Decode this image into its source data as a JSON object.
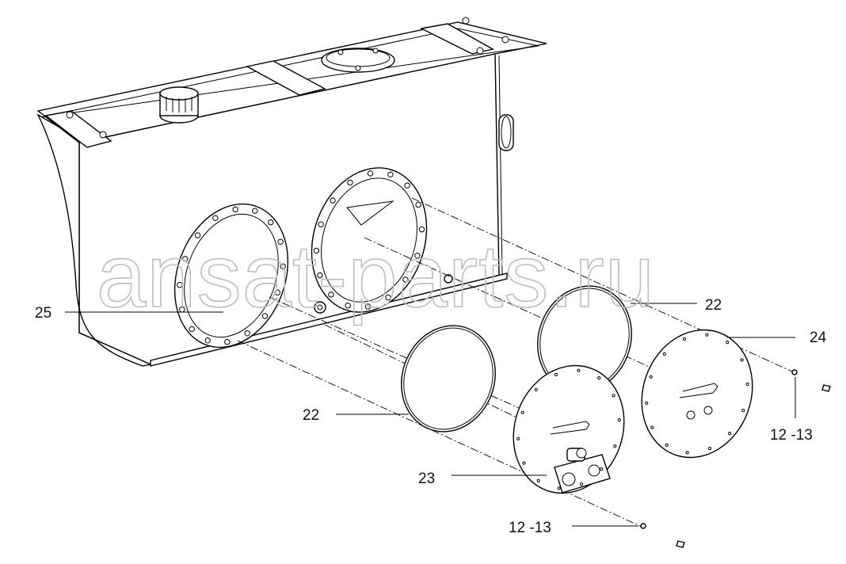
{
  "watermark": "ansat-parts.ru",
  "callouts": {
    "c25": "25",
    "c22_upper": "22",
    "c24": "24",
    "c22_lower": "22",
    "c12_13_right": "12 -13",
    "c23": "23",
    "c12_13_bottom": "12 -13"
  }
}
